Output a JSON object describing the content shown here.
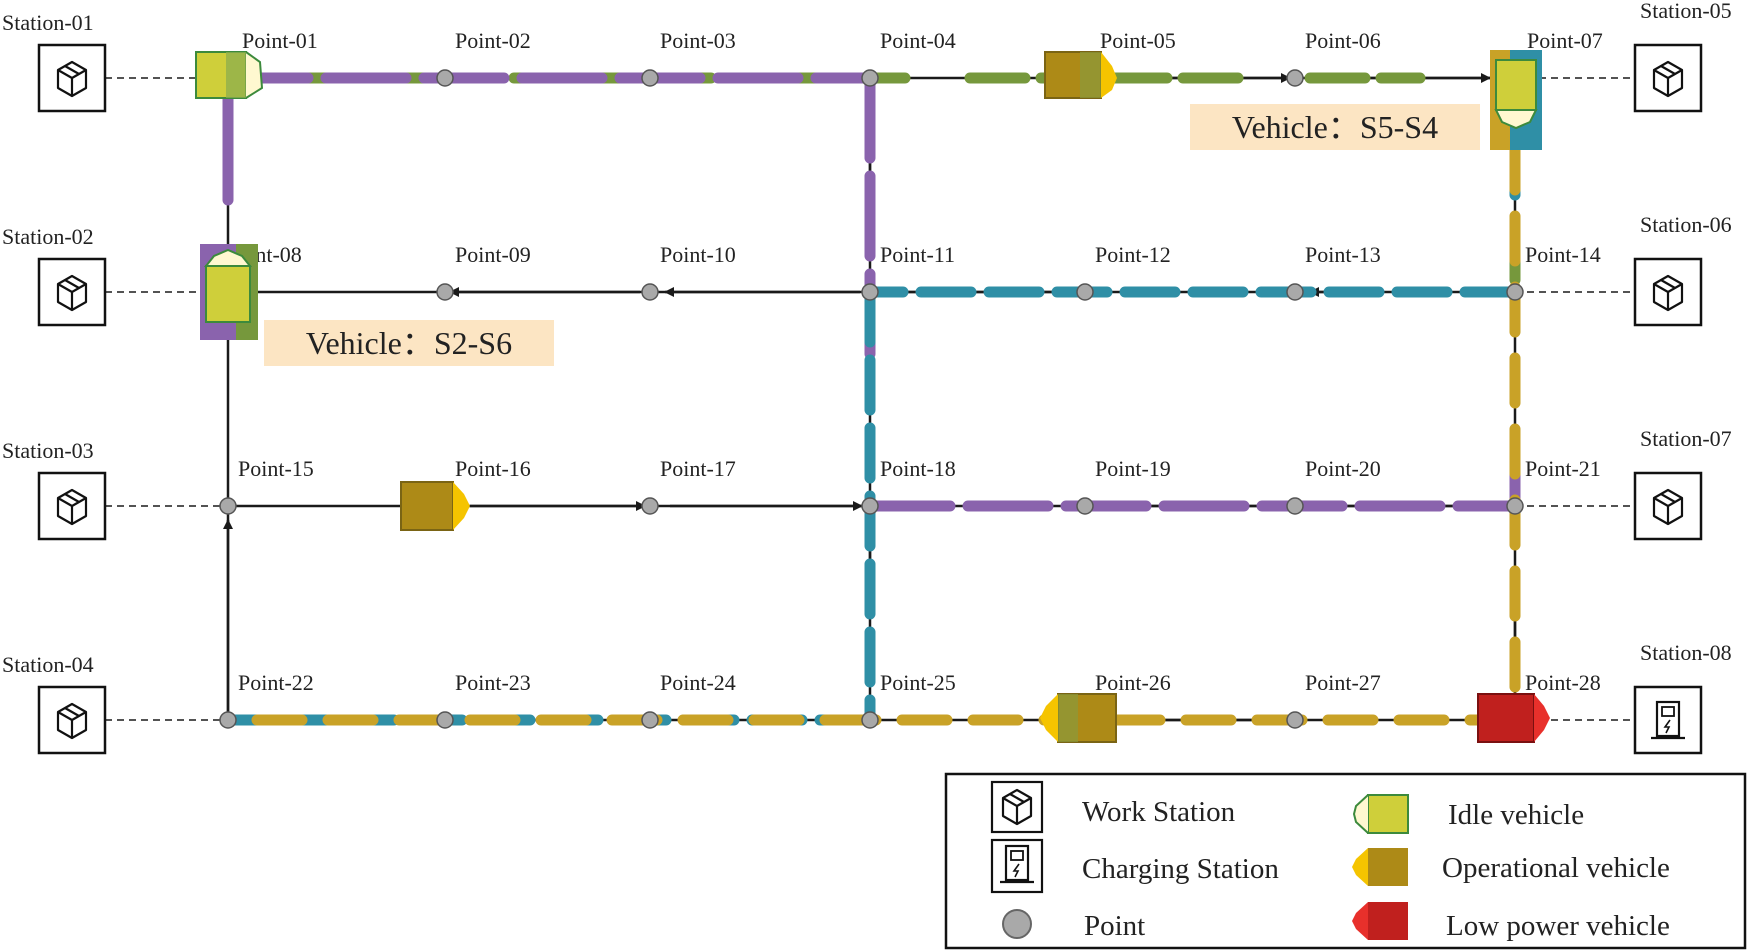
{
  "stations": [
    {
      "id": "st01",
      "label": "Station-01",
      "kind": "work"
    },
    {
      "id": "st02",
      "label": "Station-02",
      "kind": "work"
    },
    {
      "id": "st03",
      "label": "Station-03",
      "kind": "work"
    },
    {
      "id": "st04",
      "label": "Station-04",
      "kind": "work"
    },
    {
      "id": "st05",
      "label": "Station-05",
      "kind": "work"
    },
    {
      "id": "st06",
      "label": "Station-06",
      "kind": "work"
    },
    {
      "id": "st07",
      "label": "Station-07",
      "kind": "work"
    },
    {
      "id": "st08",
      "label": "Station-08",
      "kind": "charging"
    }
  ],
  "points": [
    "Point-01",
    "Point-02",
    "Point-03",
    "Point-04",
    "Point-05",
    "Point-06",
    "Point-07",
    "Point-08",
    "Point-09",
    "Point-10",
    "Point-11",
    "Point-12",
    "Point-13",
    "Point-14",
    "Point-15",
    "Point-16",
    "Point-17",
    "Point-18",
    "Point-19",
    "Point-20",
    "Point-21",
    "Point-22",
    "Point-23",
    "Point-24",
    "Point-25",
    "Point-26",
    "Point-27",
    "Point-28"
  ],
  "vehicle_labels": [
    {
      "id": "vl1",
      "text": "Vehicle：S5-S4"
    },
    {
      "id": "vl2",
      "text": "Vehicle：S2-S6"
    }
  ],
  "colors": {
    "track": "#1a1a1a",
    "route_purple": "#8a63ad",
    "route_green": "#76983c",
    "route_teal": "#2f8fa6",
    "route_gold": "#c9a227",
    "idle_vehicle": "#cfcf3a",
    "operational_vehicle": "#ad8a17",
    "low_power_vehicle": "#c0201e",
    "label_bg": "#fce5c3",
    "point_fill": "#a9a9a9"
  },
  "legend": {
    "work_station": "Work Station",
    "charging_station": "Charging Station",
    "point": "Point",
    "idle_vehicle": "Idle vehicle",
    "operational_vehicle": "Operational vehicle",
    "low_power_vehicle": "Low power vehicle"
  }
}
